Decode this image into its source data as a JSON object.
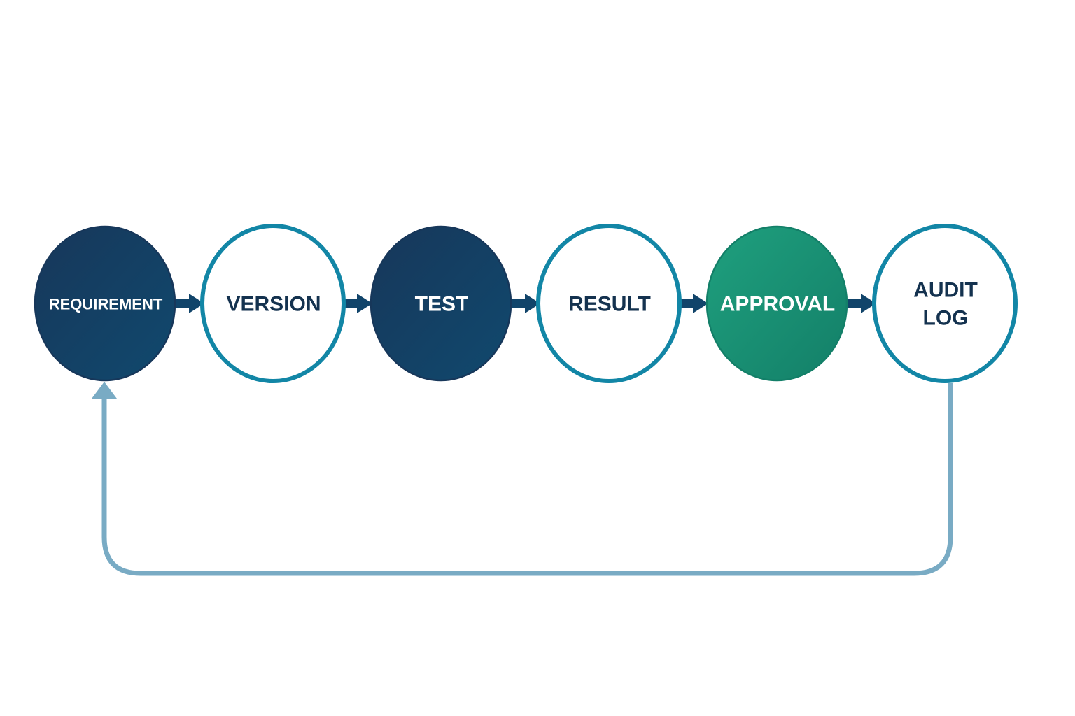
{
  "colors": {
    "navy_dark": "#17375a",
    "navy_light": "#10496e",
    "teal_border": "#1286a6",
    "green_dark": "#137f68",
    "green_light": "#1fa07e",
    "arrow": "#11446a",
    "loop_line": "#79abc4",
    "text_dark": "#14324f",
    "text_light": "#ffffff"
  },
  "nodes": [
    {
      "id": "requirement",
      "label_lines": [
        "REQUIREMENT"
      ],
      "style": "navy"
    },
    {
      "id": "version",
      "label_lines": [
        "VERSION"
      ],
      "style": "outline"
    },
    {
      "id": "test",
      "label_lines": [
        "TEST"
      ],
      "style": "navy"
    },
    {
      "id": "result",
      "label_lines": [
        "RESULT"
      ],
      "style": "outline"
    },
    {
      "id": "approval",
      "label_lines": [
        "APPROVAL"
      ],
      "style": "green"
    },
    {
      "id": "audit-log",
      "label_lines": [
        "AUDIT",
        "LOG"
      ],
      "style": "outline"
    }
  ],
  "edges": [
    {
      "from": "requirement",
      "to": "version"
    },
    {
      "from": "version",
      "to": "test"
    },
    {
      "from": "test",
      "to": "result"
    },
    {
      "from": "result",
      "to": "approval"
    },
    {
      "from": "approval",
      "to": "audit-log"
    },
    {
      "from": "audit-log",
      "to": "requirement",
      "kind": "feedback-loop"
    }
  ]
}
